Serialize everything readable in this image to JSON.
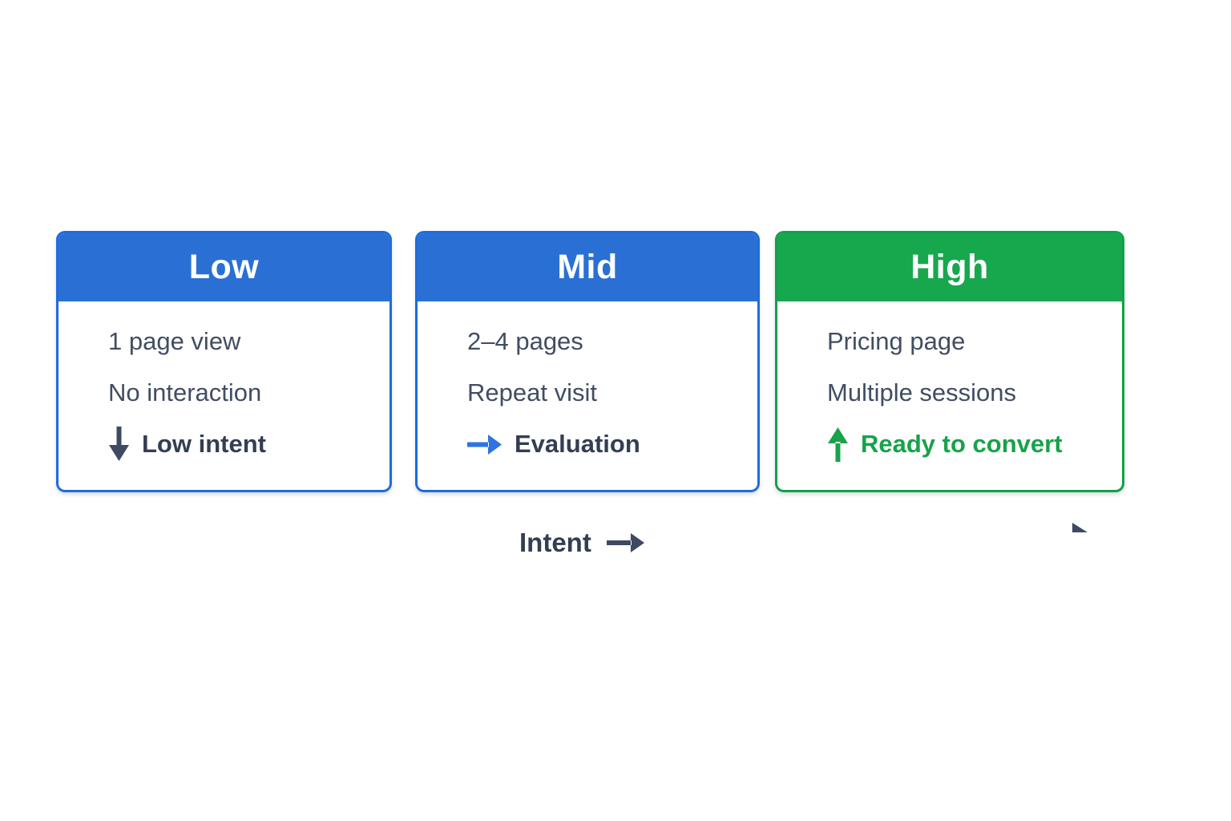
{
  "colors": {
    "background": "#ffffff",
    "blue": "#2a70d4",
    "blue_border": "#1f6bdf",
    "green": "#17a84e",
    "green_border": "#10a248",
    "green_text": "#17a24b",
    "text": "#414d62",
    "text_bold": "#333e53",
    "arrow_dark": "#3e4a61",
    "arrow_blue": "#2e73e2"
  },
  "cards": [
    {
      "title": "Low",
      "accent": "blue",
      "items": [
        "1 page view",
        "No interaction"
      ],
      "highlight": {
        "icon": "arrow-down-icon",
        "label": "Low intent",
        "color": "dark"
      }
    },
    {
      "title": "Mid",
      "accent": "blue",
      "items": [
        "2–4 pages",
        "Repeat visit"
      ],
      "highlight": {
        "icon": "arrow-right-icon",
        "label": "Evaluation",
        "color": "dark"
      }
    },
    {
      "title": "High",
      "accent": "green",
      "items": [
        "Pricing page",
        "Multiple sessions"
      ],
      "highlight": {
        "icon": "arrow-up-icon",
        "label": "Ready to convert",
        "color": "green"
      }
    }
  ],
  "axis": {
    "label": "Intent",
    "icon": "arrow-right-icon"
  }
}
